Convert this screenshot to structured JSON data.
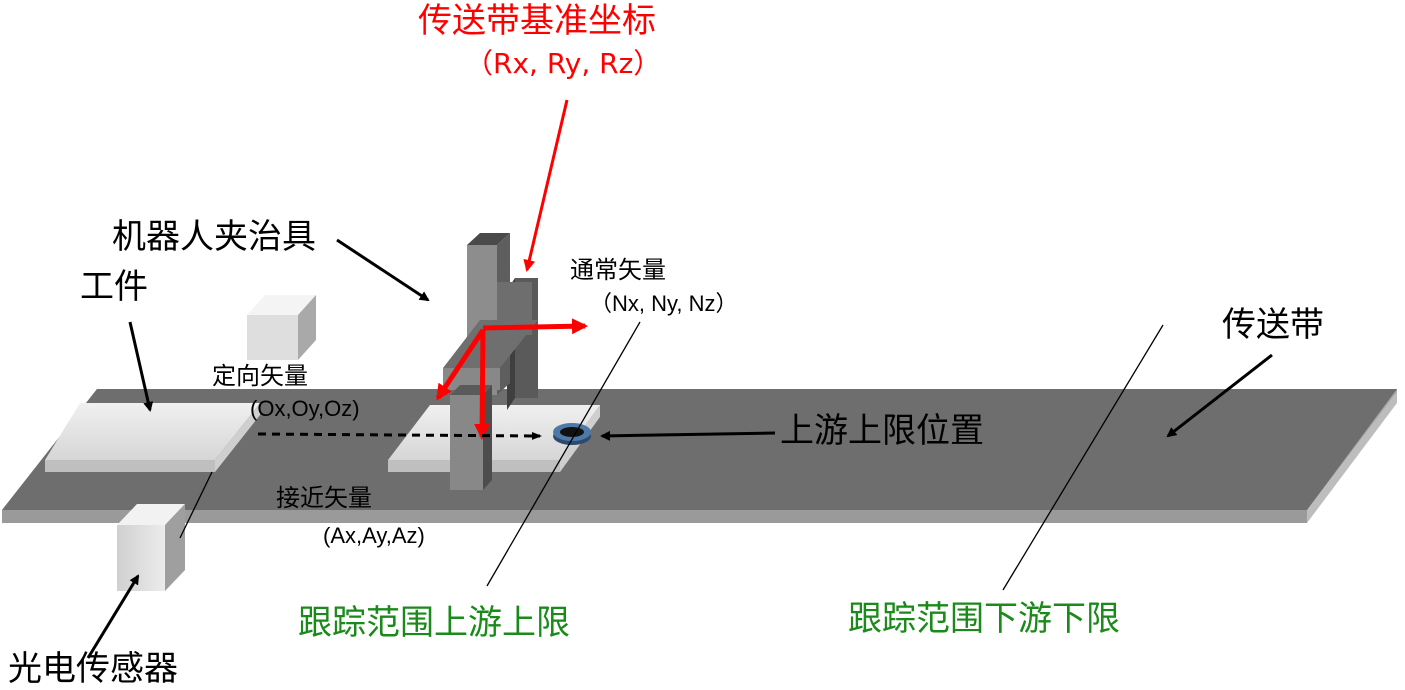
{
  "labels": {
    "conveyor_ref_coord": "传送带基准坐标",
    "conveyor_ref_coord_vars": "（Rx, Ry, Rz）",
    "robot_gripper": "机器人夹治具",
    "workpiece": "工件",
    "normal_vector": "通常矢量",
    "normal_vector_vars": "（Nx, Ny, Nz）",
    "orient_vector": "定向矢量",
    "orient_vector_vars": "(Ox,Oy,Oz)",
    "approach_vector": "接近矢量",
    "approach_vector_vars": "(Ax,Ay,Az)",
    "upstream_upper_pos": "上游上限位置",
    "conveyor": "传送带",
    "tracking_upstream_limit": "跟踪范围上游上限",
    "tracking_downstream_limit": "跟踪范围下游下限",
    "photo_sensor": "光电传感器"
  },
  "colors": {
    "belt_top": "#6e6e6e",
    "belt_edge": "#a9a9a9",
    "workpiece": "#e6e6e6",
    "gripper": "#7d7d7d",
    "vector_arrow": "#ff0000",
    "tracking_label": "#1a8a1a",
    "ref_coord_label": "#ff0000"
  }
}
